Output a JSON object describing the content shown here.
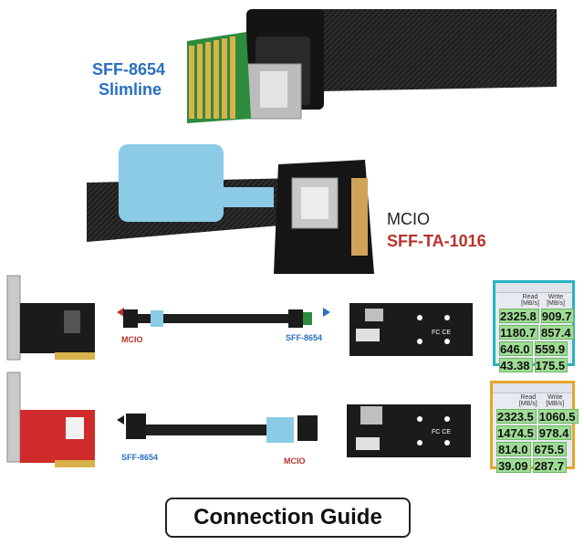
{
  "top_connector": {
    "line1": "SFF-8654",
    "line2": "Slimline"
  },
  "mid_connector": {
    "line1": "MCIO",
    "line2": "SFF-TA-1016"
  },
  "row1": {
    "left_label": "MCIO",
    "right_label": "SFF-8654"
  },
  "row2": {
    "left_label": "SFF-8654",
    "right_label": "MCIO"
  },
  "card_text": {
    "fcc": "FC CE"
  },
  "bench1": {
    "header_read": "Read [MB/s]",
    "header_write": "Write [MB/s]",
    "rows": [
      {
        "read": "2325.8",
        "write": "909.7"
      },
      {
        "read": "1180.7",
        "write": "857.4"
      },
      {
        "read": "646.0",
        "write": "559.9"
      },
      {
        "read": "43.38",
        "write": "175.5"
      }
    ],
    "frame_color": "#27b3c4"
  },
  "bench2": {
    "header_read": "Read [MB/s]",
    "header_write": "Write [MB/s]",
    "rows": [
      {
        "read": "2323.5",
        "write": "1060.5"
      },
      {
        "read": "1474.5",
        "write": "978.4"
      },
      {
        "read": "814.0",
        "write": "675.5"
      },
      {
        "read": "39.09",
        "write": "287.7"
      }
    ],
    "frame_color": "#e6a52a"
  },
  "guide_button": "Connection Guide",
  "colors": {
    "blue_label": "#2a6fc2",
    "red_label": "#b8322b",
    "pcb_red": "#d02b2b",
    "pcb_black": "#1b1b1b",
    "tab_blue": "#8ccbe6"
  }
}
